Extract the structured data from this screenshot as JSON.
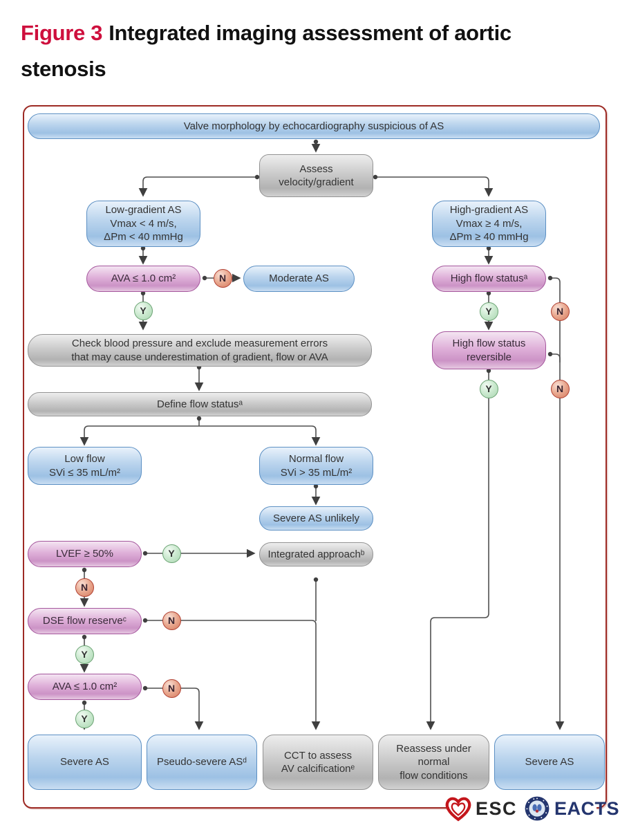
{
  "title": {
    "figure_label": "Figure 3",
    "text": "Integrated imaging assessment of aortic stenosis"
  },
  "badges": {
    "yes": "Y",
    "no": "N"
  },
  "nodes": {
    "valve_morphology": "Valve morphology by echocardiography suspicious of AS",
    "assess_velocity_gradient": "Assess\nvelocity/gradient",
    "low_gradient_as": "Low-gradient AS\nVmax < 4 m/s,\nΔPm < 40 mmHg",
    "high_gradient_as": "High-gradient AS\nVmax ≥ 4 m/s,\nΔPm ≥ 40 mmHg",
    "ava_1": "AVA ≤ 1.0 cm²",
    "moderate_as": "Moderate AS",
    "high_flow_status": "High flow statusᵃ",
    "check_blood_pressure": "Check blood pressure and exclude measurement errors\nthat may cause underestimation of gradient, flow or AVA",
    "high_flow_status_reversible": "High flow status\nreversible",
    "define_flow_status": "Define flow statusᵃ",
    "low_flow": "Low flow\nSVi ≤ 35 mL/m²",
    "normal_flow": "Normal flow\nSVi > 35 mL/m²",
    "severe_as_unlikely": "Severe AS unlikely",
    "lvef": "LVEF ≥ 50%",
    "integrated_approach": "Integrated approachᵇ",
    "dse_flow_reserve": "DSE flow reserveᶜ",
    "ava_2": "AVA ≤ 1.0 cm²",
    "severe_as_left": "Severe AS",
    "pseudo_severe_as": "Pseudo-severe ASᵈ",
    "cct_av_calcification": "CCT to assess\nAV calcificationᵉ",
    "reassess_flow": "Reassess under\nnormal\nflow conditions",
    "severe_as_right": "Severe AS"
  },
  "footer": {
    "esc_label": "ESC",
    "eacts_label": "EACTS"
  },
  "colors": {
    "frame_border": "#9d2a24",
    "figure_label_red": "#ce0f3d",
    "blue_node_border": "#5b8fc3",
    "pink_node_border": "#a4559c",
    "gray_node_border": "#929292",
    "yes_green": "#6aa272",
    "no_red": "#b03f31",
    "connector": "#4f4f4f"
  }
}
